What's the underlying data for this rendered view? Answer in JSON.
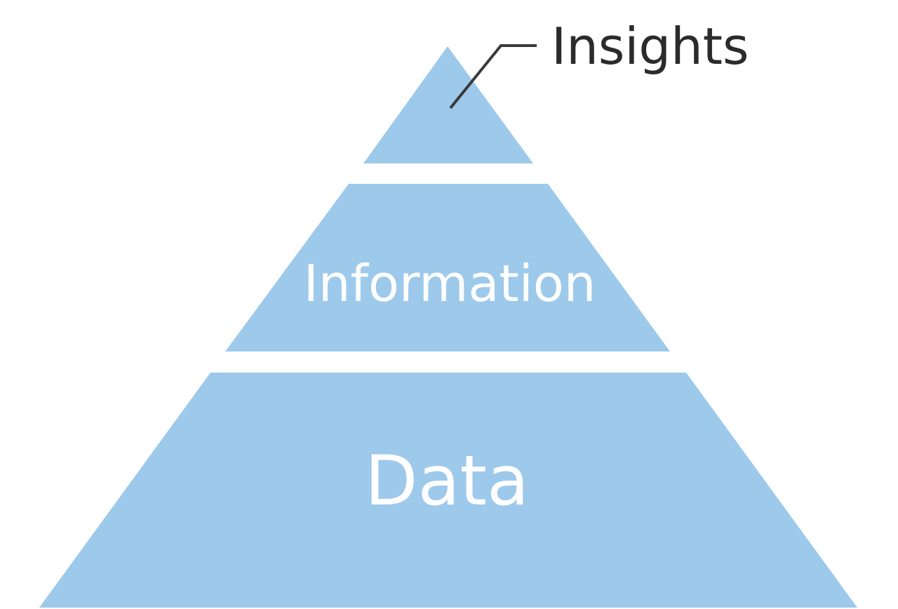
{
  "pyramid": {
    "fill_color": "#9dc9eb",
    "tiers": [
      {
        "id": "top",
        "label": ""
      },
      {
        "id": "middle",
        "label": "Information"
      },
      {
        "id": "bottom",
        "label": "Data"
      }
    ],
    "callout": {
      "label": "Insights",
      "text_color": "#2b2b2b",
      "line_color": "#3a3a3a"
    }
  }
}
